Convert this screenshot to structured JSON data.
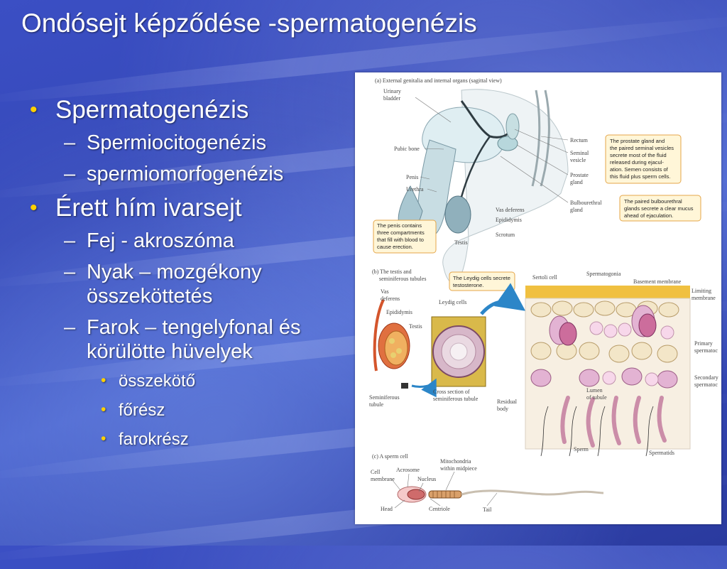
{
  "slide": {
    "title": "Ondósejt képződése -spermatogenézis",
    "bullets": [
      {
        "level": 1,
        "text": "Spermatogenézis"
      },
      {
        "level": 2,
        "text": "Spermiocitogenézis"
      },
      {
        "level": 2,
        "text": "spermiomorfogenézis"
      },
      {
        "level": 1,
        "text": "Érett hím ivarsejt"
      },
      {
        "level": 2,
        "text": "Fej - akroszóma"
      },
      {
        "level": 2,
        "text": "Nyak – mozgékony összeköttetés"
      },
      {
        "level": 2,
        "text": "Farok – tengelyfonal és körülötte hüvelyek"
      },
      {
        "level": 3,
        "text": "összekötő"
      },
      {
        "level": 3,
        "text": "főrész"
      },
      {
        "level": 3,
        "text": "farokrész"
      }
    ]
  },
  "figure": {
    "a_caption": "(a)  External genitalia and internal organs (sagittal view)",
    "a_labels": {
      "urinary_bladder_1": "Urinary",
      "urinary_bladder_2": "bladder",
      "pubic_bone": "Pubic bone",
      "penis": "Penis",
      "urethra": "Urethra",
      "rectum": "Rectum",
      "seminal_1": "Seminal",
      "seminal_2": "vesicle",
      "prostate_1": "Prostate",
      "prostate_2": "gland",
      "bulbo_1": "Bulbourethral",
      "bulbo_2": "gland",
      "vas_deferens": "Vas deferens",
      "epididymis": "Epididymis",
      "scrotum": "Scrotum",
      "testis": "Testis"
    },
    "note_prostate": [
      "The prostate gland and",
      "the paired seminal vesicles",
      "secrete most of the fluid",
      "released during ejacul-",
      "ation. Semen consists of",
      "this fluid plus sperm cells."
    ],
    "note_bulbo": [
      "The paired bulbourethral",
      "glands secrete a clear mucus",
      "ahead of ejaculation."
    ],
    "note_penis": [
      "The penis contains",
      "three compartments",
      "that fill with blood to",
      "cause erection."
    ],
    "b_caption_1": "(b)  The testis and",
    "b_caption_2": "seminiferous tubules",
    "note_leydig": [
      "The Leydig cells secrete",
      "testosterone."
    ],
    "b_labels": {
      "vas_1": "Vas",
      "vas_2": "deferens",
      "epididymis": "Epididymis",
      "testis": "Testis",
      "leydig": "Leydig cells",
      "sertoli": "Sertoli cell",
      "spermatogonia": "Spermatogonia",
      "basement": "Basement membrane",
      "limiting_1": "Limiting",
      "limiting_2": "membrane",
      "primary_1": "Primary",
      "primary_2": "spermatoc",
      "secondary_1": "Secondary",
      "secondary_2": "spermatoc",
      "seminiferous_1": "Seminiferous",
      "seminiferous_2": "tubule",
      "cross_1": "Cross section of",
      "cross_2": "seminiferous tubule",
      "residual_1": "Residual",
      "residual_2": "body",
      "lumen_1": "Lumen",
      "lumen_2": "of tubule",
      "sperm": "Sperm",
      "spermatids": "Spermatids"
    },
    "c_caption": "(c)  A sperm cell",
    "c_labels": {
      "cell_1": "Cell",
      "cell_2": "membrane",
      "acrosome": "Acrosome",
      "nucleus": "Nucleus",
      "mito_1": "Mitochondria",
      "mito_2": "within midpiece",
      "head": "Head",
      "centriole": "Centriole",
      "tail": "Tail"
    }
  }
}
